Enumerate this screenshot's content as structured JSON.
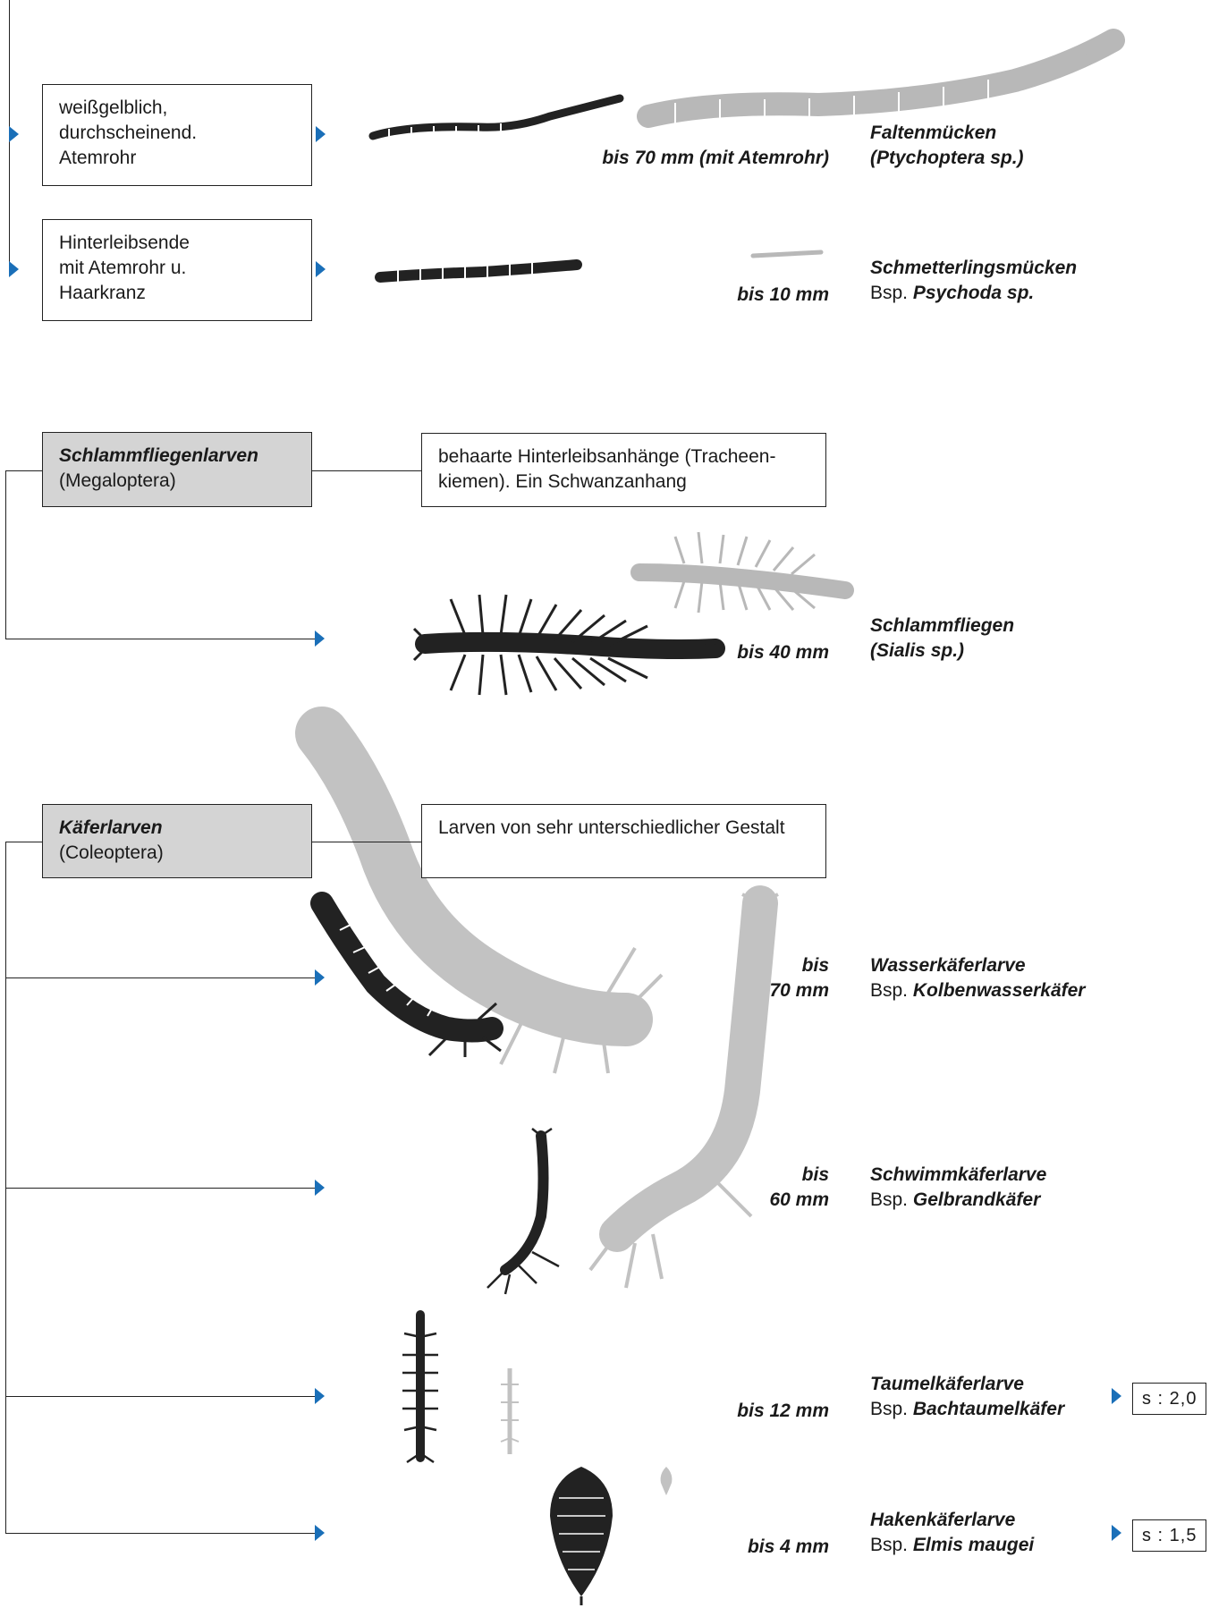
{
  "entries_top": [
    {
      "desc": [
        "weißgelblich,",
        "durchscheinend.",
        "Atemrohr"
      ],
      "size": "bis 70 mm (mit Atemrohr)",
      "name1": "Faltenmücken",
      "name2": "(Ptychoptera sp.)"
    },
    {
      "desc": [
        "Hinterleibsende",
        "mit Atemrohr u.",
        "Haarkranz"
      ],
      "size": "bis 10 mm",
      "name1": "Schmetterlingsmücken",
      "name2_prefix": "Bsp.",
      "name2": "Psychoda sp."
    }
  ],
  "megaloptera": {
    "title": "Schlammfliegenlarven",
    "subtitle": "(Megaloptera)",
    "desc": [
      "behaarte Hinterleibsanhänge (Tracheen-",
      "kiemen). Ein Schwanzanhang"
    ],
    "size": "bis 40 mm",
    "name1": "Schlammfliegen",
    "name2": "(Sialis sp.)"
  },
  "coleoptera": {
    "title": "Käferlarven",
    "subtitle": "(Coleoptera)",
    "desc": "Larven von sehr unterschiedlicher Gestalt",
    "items": [
      {
        "size1": "bis",
        "size2": "70 mm",
        "name1": "Wasserkäferlarve",
        "prefix": "Bsp.",
        "name2": "Kolbenwasserkäfer"
      },
      {
        "size1": "bis",
        "size2": "60 mm",
        "name1": "Schwimmkäferlarve",
        "prefix": "Bsp.",
        "name2": "Gelbrandkäfer"
      },
      {
        "size1": "bis 12 mm",
        "name1": "Taumelkäferlarve",
        "prefix": "Bsp.",
        "name2": "Bachtaumelkäfer",
        "score": "s : 2,0"
      },
      {
        "size1": "bis 4 mm",
        "name1": "Hakenkäferlarve",
        "prefix": "Bsp.",
        "name2": "Elmis maugei",
        "score": "s : 1,5"
      }
    ]
  },
  "colors": {
    "arrow": "#1a6fb8",
    "grey_box": "#d4d4d4",
    "faded_drawing": "#b8b8b8"
  }
}
